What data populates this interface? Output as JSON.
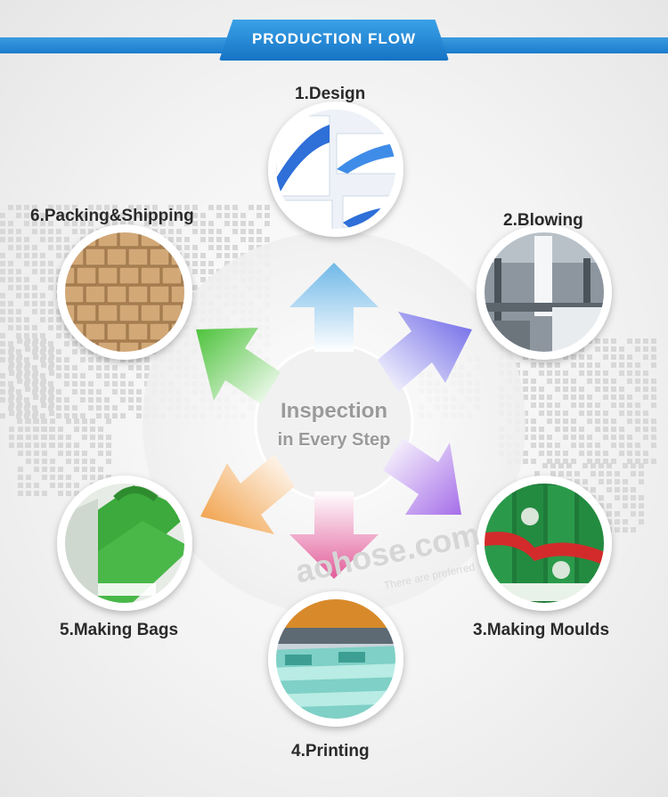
{
  "header": {
    "title": "PRODUCTION FLOW"
  },
  "center": {
    "title": "Inspection",
    "subtitle": "in Every Step"
  },
  "steps": [
    {
      "label": "1.Design"
    },
    {
      "label": "2.Blowing"
    },
    {
      "label": "3.Making Moulds"
    },
    {
      "label": "4.Printing"
    },
    {
      "label": "5.Making Bags"
    },
    {
      "label": "6.Packing&Shipping"
    }
  ],
  "watermark": {
    "brand": "aohose.com",
    "tagline": "There are preferred"
  },
  "colors": {
    "banner": "#1b7ccc",
    "arrow_up": "#6fb8e8",
    "arrow_upper_right": "#6a64e6",
    "arrow_lower_right": "#a56ee8",
    "arrow_down": "#e25c9a",
    "arrow_lower_left": "#f09a3c",
    "arrow_upper_left": "#4cc23a"
  }
}
